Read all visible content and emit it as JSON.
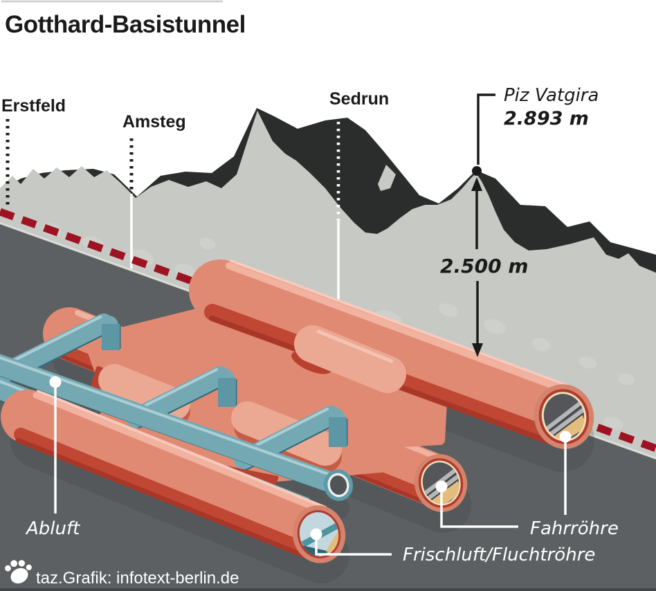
{
  "title": "Gotthard-Basistunnel",
  "mountain": {
    "locations": [
      {
        "label": "Erstfeld"
      },
      {
        "label": "Amsteg"
      },
      {
        "label": "Sedrun"
      }
    ],
    "peak": {
      "name": "Piz Vatgira",
      "elevation": "2.893 m"
    },
    "depth_label": "2.500 m"
  },
  "tunnel": {
    "abluft_label": "Abluft",
    "frischluft_label": "Frischluft/Fluchtröhre",
    "fahrroehre_label": "Fahrröhre"
  },
  "credit": "taz.Grafik: infotext-berlin.de",
  "colors": {
    "tube_salmon": "#e08a73",
    "tube_shadow_red": "#bf4734",
    "vent_teal": "#74a9b4",
    "tunnel_dash_red": "#9e1322",
    "mountain_light": "#c7c9c5",
    "mountain_dark": "#2b2d2c",
    "underground_gray": "#5d6062",
    "fresh_air_blue": "#c3d8de",
    "floor_tan": "#e3bd7d"
  }
}
